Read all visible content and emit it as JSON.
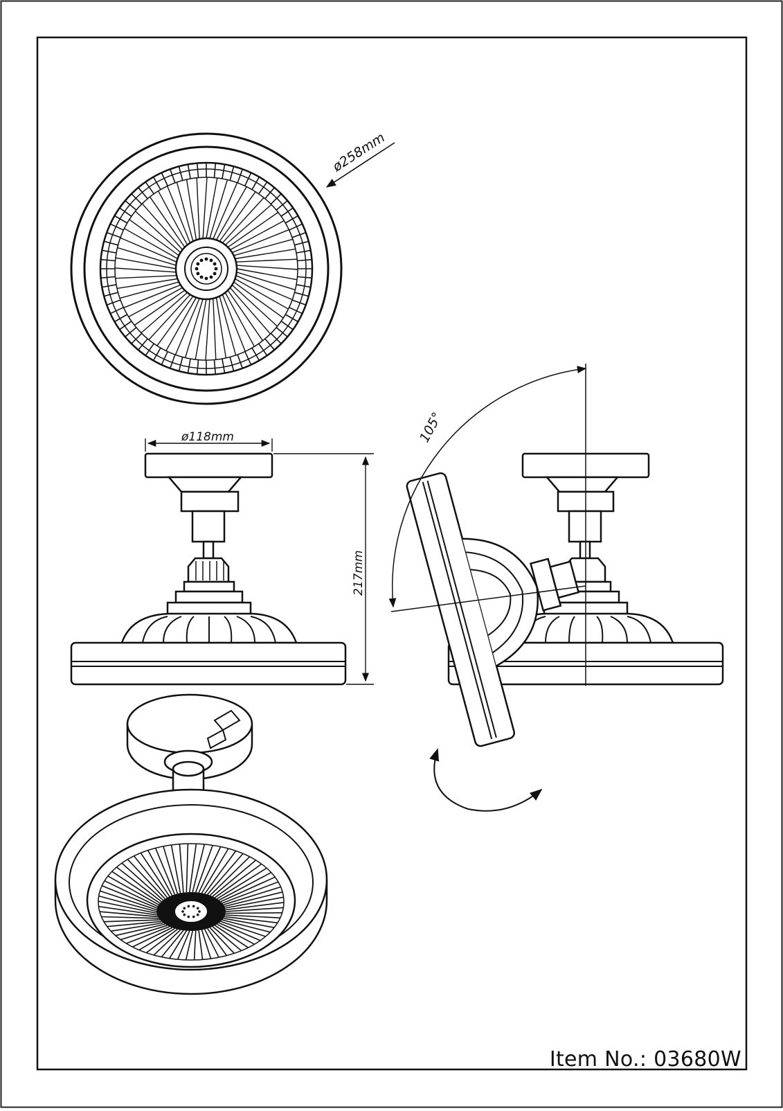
{
  "item_number": "Item No.: 03680W",
  "dimensions": {
    "diameter_outer": "ø258mm",
    "diameter_canopy": "ø118mm",
    "height": "217mm",
    "tilt_angle": "105°"
  }
}
